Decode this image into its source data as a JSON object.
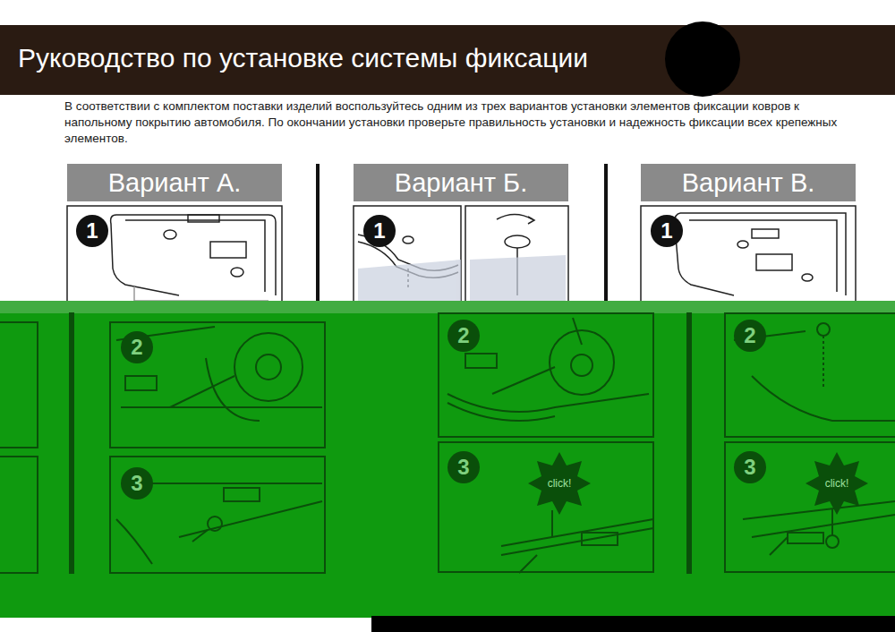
{
  "diagram": {
    "title": "Руководство по установке системы фиксации",
    "nodes": [
      {
        "text": [
          "Вариант А."
        ]
      },
      {
        "text": [
          "Вариант Б."
        ]
      },
      {
        "text": [
          "Вариант В."
        ]
      }
    ],
    "labels": [
      "В соответствии с комплектом поставки изделий воспользуйтесь одним из трех вариантов установки элементов фиксации ковров к напольному покрытию автомобиля. По окончании установки проверьте правильность установки и надежность фиксации всех крепежных элементов.",
      "1",
      "1",
      "1",
      "2",
      "2",
      "2",
      "3",
      "3",
      "3",
      "click!",
      "click!"
    ]
  }
}
